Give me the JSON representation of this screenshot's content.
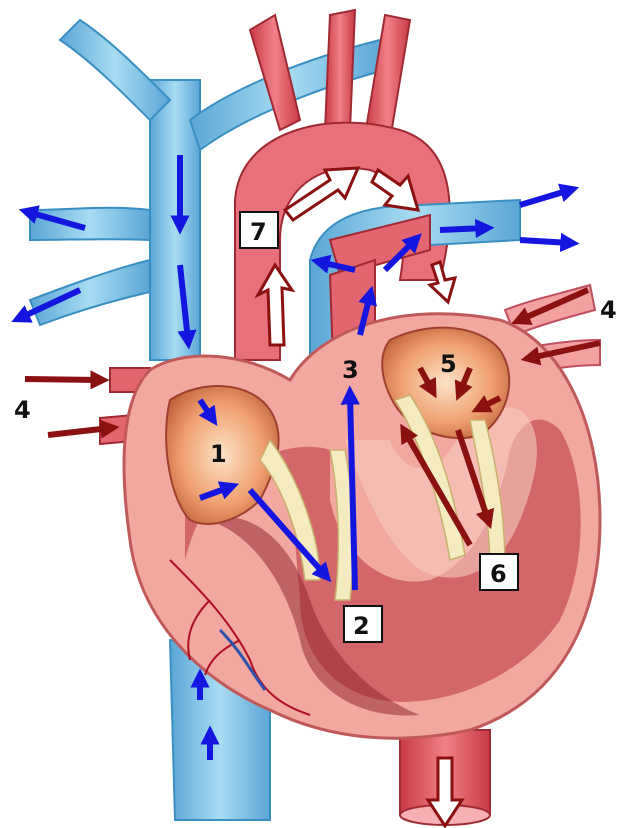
{
  "diagram": {
    "colors": {
      "venous_blood": "#8cc8e6",
      "venous_dark": "#3a8fc2",
      "arterial_blood": "#e3606a",
      "arterial_dark": "#b02a33",
      "myocardium": "#f2a7a0",
      "chamber_inner": "#b8323e",
      "valve": "#f4ecc0",
      "deoxygenated_flow_arrow": "#1515e0",
      "oxygenated_flow_arrow": "#8b1010"
    },
    "labels": [
      {
        "id": "1",
        "text": "1"
      },
      {
        "id": "2",
        "text": "2"
      },
      {
        "id": "3",
        "text": "3"
      },
      {
        "id": "4-left",
        "text": "4"
      },
      {
        "id": "4-right",
        "text": "4"
      },
      {
        "id": "5",
        "text": "5"
      },
      {
        "id": "6",
        "text": "6"
      },
      {
        "id": "7",
        "text": "7"
      }
    ]
  }
}
